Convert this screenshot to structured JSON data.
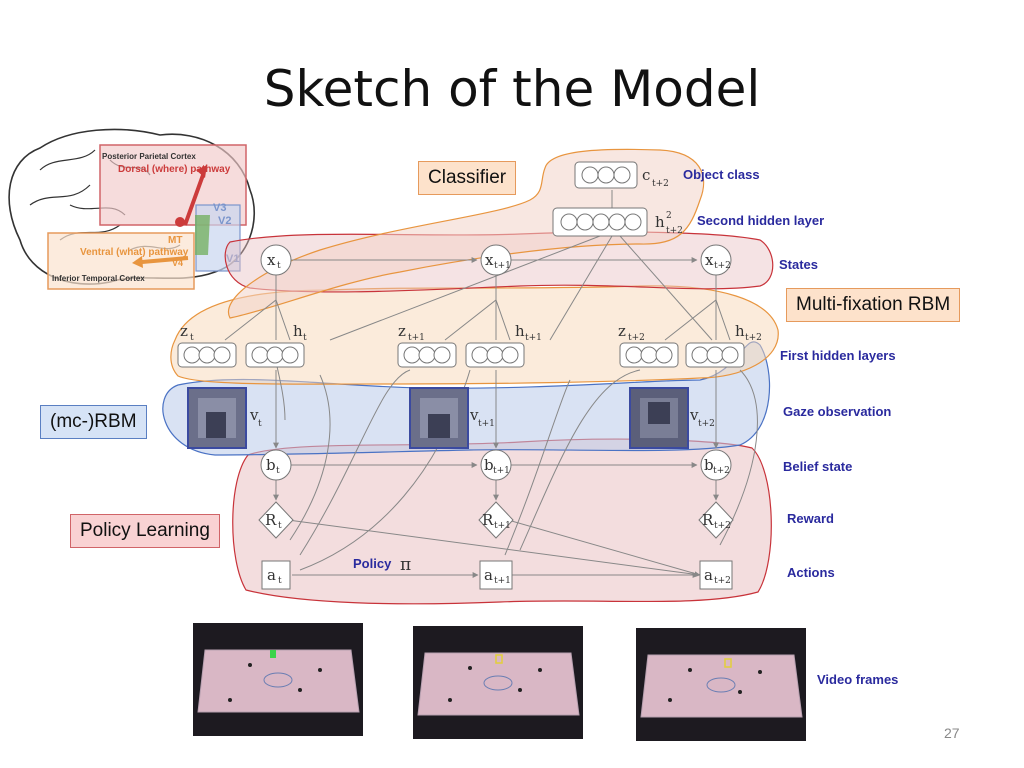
{
  "title": "Sketch of the Model",
  "page_number": "27",
  "callouts": {
    "classifier": "Classifier",
    "multi_fixation": "Multi-fixation RBM",
    "mc_rbm": "(mc-)RBM",
    "policy_learning": "Policy Learning"
  },
  "brain": {
    "posterior_parietal": "Posterior Parietal Cortex",
    "dorsal": "Dorsal (where) pathway",
    "ventral": "Ventral (what) pathway",
    "inferior_temporal": "Inferior Temporal Cortex",
    "v3": "V3",
    "v2": "V2",
    "v1": "V1",
    "mt": "MT",
    "v4": "V4"
  },
  "row_labels": {
    "object_class": "Object class",
    "second_hidden": "Second hidden layer",
    "states": "States",
    "first_hidden": "First hidden layers",
    "gaze": "Gaze observation",
    "belief": "Belief state",
    "reward": "Reward",
    "actions": "Actions",
    "video": "Video frames"
  },
  "policy": {
    "label": "Policy",
    "symbol": "π"
  },
  "nodes": {
    "c": {
      "base": "c",
      "sub": "t+2"
    },
    "h2": {
      "base": "h",
      "sup": "2",
      "sub": "t+2"
    },
    "x": [
      {
        "base": "x",
        "sub": "t"
      },
      {
        "base": "x",
        "sub": "t+1"
      },
      {
        "base": "x",
        "sub": "t+2"
      }
    ],
    "z": [
      {
        "base": "z",
        "sub": "t"
      },
      {
        "base": "z",
        "sub": "t+1"
      },
      {
        "base": "z",
        "sub": "t+2"
      }
    ],
    "h": [
      {
        "base": "h",
        "sub": "t"
      },
      {
        "base": "h",
        "sub": "t+1"
      },
      {
        "base": "h",
        "sub": "t+2"
      }
    ],
    "v": [
      {
        "base": "v",
        "sub": "t"
      },
      {
        "base": "v",
        "sub": "t+1"
      },
      {
        "base": "v",
        "sub": "t+2"
      }
    ],
    "b": [
      {
        "base": "b",
        "sub": "t"
      },
      {
        "base": "b",
        "sub": "t+1"
      },
      {
        "base": "b",
        "sub": "t+2"
      }
    ],
    "r": [
      {
        "base": "R",
        "sub": "t"
      },
      {
        "base": "R",
        "sub": "t+1"
      },
      {
        "base": "R",
        "sub": "t+2"
      }
    ],
    "a": [
      {
        "base": "a",
        "sub": "t"
      },
      {
        "base": "a",
        "sub": "t+1"
      },
      {
        "base": "a",
        "sub": "t+2"
      }
    ]
  },
  "colors": {
    "label_blue": "#2a2a9e",
    "orange_region": "#e8953f",
    "blue_region": "#4a72c4",
    "red_region": "#c8333a"
  }
}
